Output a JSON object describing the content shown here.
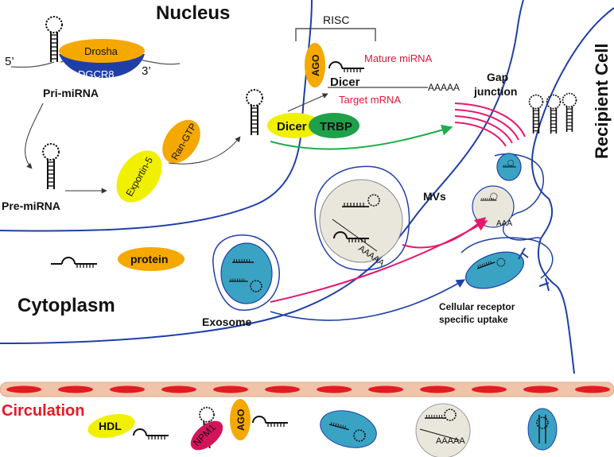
{
  "labels": {
    "nucleus": "Nucleus",
    "cytoplasm": "Cytoplasm",
    "recipient_cell": "Recipient Cell",
    "circulation": "Circulation",
    "pri_mirna": "Pri-miRNA",
    "pre_mirna": "Pre-miRNA",
    "five_prime": "5’",
    "three_prime": "3’",
    "drosha": "Drosha",
    "dgcr8": "DGCR8",
    "exportin": "Exportin-5",
    "ran_gtp": "Ran-GTP",
    "risc": "RISC",
    "ago": "AGO",
    "mature_mirna": "Mature miRNA",
    "dicer": "Dicer",
    "poly_a": "AAAAA",
    "target_mrna": "Target  mRNA",
    "trbp": "TRBP",
    "gap_junction_line1": "Gap",
    "gap_junction_line2": "junction",
    "mvs": "MVs",
    "protein": "protein",
    "exosome": "Exosome",
    "receptor_line1": "Cellular receptor",
    "receptor_line2": "specific uptake",
    "hdl": "HDL",
    "npm1": "NPM1",
    "aaa_short": "AAA"
  },
  "colors": {
    "membrane": "#1f3fa8",
    "drosha": "#f5a800",
    "dgcr8": "#1f3fa8",
    "yellow": "#f0f000",
    "trbp": "#1fa04a",
    "exosome": "#3aa3c4",
    "vesicle": "#e9e6dc",
    "red_text": "#d81b3a",
    "magenta": "#e8186c",
    "green_arrow": "#1fae4a",
    "circulation": "#e31b23",
    "npm1": "#d4145a",
    "vessel": "#f0c4a8"
  }
}
